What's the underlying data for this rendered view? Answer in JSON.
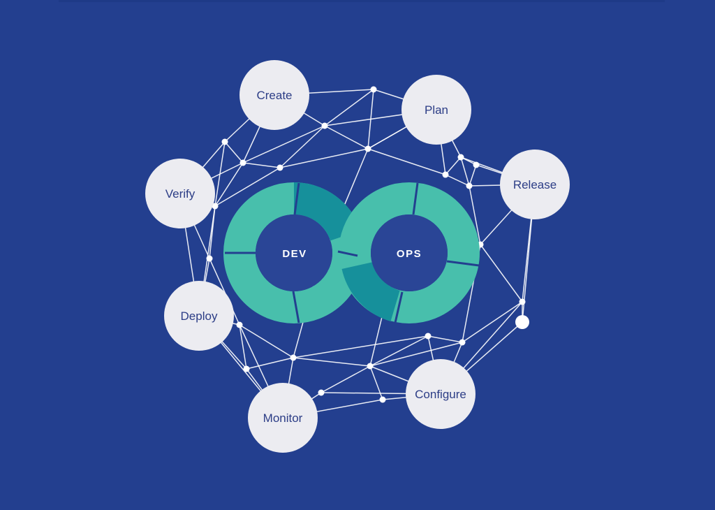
{
  "colors": {
    "background": "#233f8f",
    "line": "#ffffff",
    "node_fill": "#ececf1",
    "node_text": "#2c3d86",
    "ring_light": "#48bfac",
    "ring_dark": "#16909b",
    "ring_inner": "#2a4596",
    "center_text": "#ffffff"
  },
  "center": {
    "left_label": "DEV",
    "right_label": "OPS",
    "shape": "infinity-loop"
  },
  "stages": [
    "Create",
    "Plan",
    "Release",
    "Verify",
    "Deploy",
    "Monitor",
    "Configure"
  ]
}
